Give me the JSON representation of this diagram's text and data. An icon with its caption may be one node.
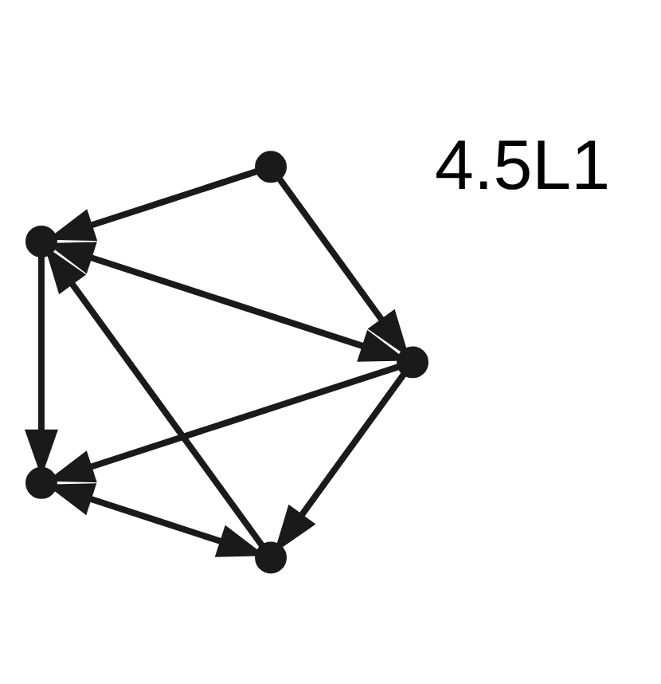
{
  "diagram": {
    "nodes": [
      {
        "text": [],
        "shape": "circle"
      },
      {
        "text": [],
        "shape": "circle"
      },
      {
        "text": [],
        "shape": "circle"
      },
      {
        "text": [],
        "shape": "circle"
      },
      {
        "text": [],
        "shape": "circle"
      }
    ],
    "edges": [
      {
        "from": 1,
        "to": 0,
        "arrow": "to"
      },
      {
        "from": 0,
        "to": 3,
        "arrow": "to"
      },
      {
        "from": 4,
        "to": 3,
        "arrow": "to"
      },
      {
        "from": 4,
        "to": 1,
        "arrow": "to"
      },
      {
        "from": 1,
        "to": 2,
        "arrow": "to"
      },
      {
        "from": 3,
        "to": 2,
        "arrow": "to"
      },
      {
        "from": 1,
        "to": 3,
        "arrow": "both"
      },
      {
        "from": 2,
        "to": 0,
        "arrow": "both"
      }
    ],
    "labels": [
      "4.5L1"
    ]
  }
}
